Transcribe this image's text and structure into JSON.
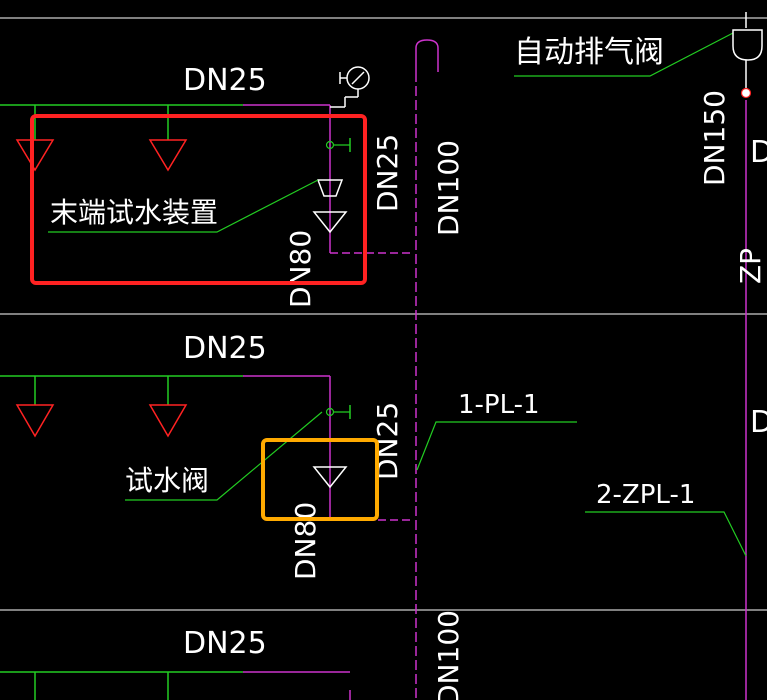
{
  "colors": {
    "background": "#000000",
    "floor_line": "#ffffff",
    "pipe_magenta": "#cc33cc",
    "leader_green": "#22cc22",
    "sprinkler_red": "#ff2222",
    "valve_white": "#ffffff",
    "highlight_red": "#ff2222",
    "highlight_orange": "#ffaa00"
  },
  "labels": {
    "pipe_dn25_top": "DN25",
    "pipe_dn25_mid": "DN25",
    "pipe_dn25_bottom": "DN25",
    "riser_dn25_top": "DN25",
    "riser_dn25_mid": "DN25",
    "main_dn100_top": "DN100",
    "main_dn100_bottom": "DN100",
    "branch_dn80_top": "DN80",
    "branch_dn80_mid": "DN80",
    "riser_dn150": "DN150",
    "zp_label": "ZP",
    "d_label_top": "D",
    "d_label_mid": "D",
    "auto_vent_valve": "自动排气阀",
    "end_test_device": "末端试水装置",
    "test_valve": "试水阀",
    "riser_1_pl_1": "1-PL-1",
    "riser_2_zpl_1": "2-ZPL-1"
  }
}
